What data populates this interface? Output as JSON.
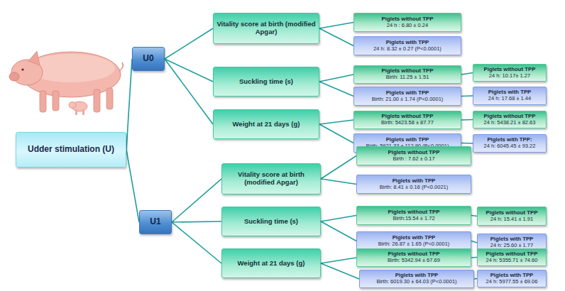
{
  "diagram": {
    "nodes": [
      {
        "text": [
          "Udder stimulation (U)"
        ]
      },
      {
        "text": [
          "U0"
        ]
      },
      {
        "text": [
          "U1"
        ]
      },
      {
        "text": [
          "Vitality score at birth (modified Apgar)"
        ]
      },
      {
        "text": [
          "Piglets without TPP",
          "24 h : 6.80 ± 0.24"
        ]
      },
      {
        "text": [
          "Piglets with TPP",
          "24 h: 8.32 ± 0.27 (P<0.0001)"
        ]
      },
      {
        "text": [
          "Suckling time (s)"
        ]
      },
      {
        "text": [
          "Piglets without TPP",
          "Birth: 11.25 ± 1.51"
        ]
      },
      {
        "text": [
          "Piglets without TPP",
          "24 h: 10.17± 1.27"
        ]
      },
      {
        "text": [
          "Piglets with TPP",
          "Birth: 21.00 ± 1.74 (P<0.0001)"
        ]
      },
      {
        "text": [
          "Piglets with TPP",
          "24 h: 17.68 ± 1.44"
        ]
      },
      {
        "text": [
          "Weight at 21 days (g)"
        ]
      },
      {
        "text": [
          "Piglets without TPP",
          "Birth: 5423.58 ± 87.77"
        ]
      },
      {
        "text": [
          "Piglets without TPP",
          "24 h: 5438.21 ± 82.63"
        ]
      },
      {
        "text": [
          "Piglets with TPP",
          "Birth: 5921.33 ± 112.90 (P<0.0001)"
        ]
      },
      {
        "text": [
          "Piglets with TPP:",
          "24 h: 6045.45 ± 93.22"
        ]
      },
      {
        "text": [
          "Vitality score at birth (modified Apgar)"
        ]
      },
      {
        "text": [
          "Piglets without TPP",
          "Birth : 7.62 ± 0.17"
        ]
      },
      {
        "text": [
          "Piglets with TPP",
          "Birth: 8.41 ± 0.16 (P<0.0021)"
        ]
      },
      {
        "text": [
          "Suckling time (s)"
        ]
      },
      {
        "text": [
          "Piglets without TPP",
          "Birth:15.54 ± 1.72"
        ]
      },
      {
        "text": [
          "Piglets without TPP",
          "24 h: 15.41 ± 1.91"
        ]
      },
      {
        "text": [
          "Piglets with TPP",
          "Birth: 26.87 ± 1.65 (P<0.0001)"
        ]
      },
      {
        "text": [
          "Piglets with TPP",
          "24 h: 25.60 ± 1.77"
        ]
      },
      {
        "text": [
          "Weight at 21 days (g)"
        ]
      },
      {
        "text": [
          "Piglets without TPP",
          "Birth: 5342.94 ± 67.69"
        ]
      },
      {
        "text": [
          "Piglets without TPP",
          "24 h: 5355.71 ± 74.60"
        ]
      },
      {
        "text": [
          "Piglets with TPP",
          "Birth: 6019.30 ± 64.03 (P<0.0001)"
        ]
      },
      {
        "text": [
          "Piglets with TPP",
          "24 h: 5977.55 ± 69.06"
        ]
      }
    ],
    "edges": [
      {
        "from": 0,
        "to": 1,
        "arrow": "none"
      },
      {
        "from": 0,
        "to": 2,
        "arrow": "none"
      },
      {
        "from": 1,
        "to": 3,
        "arrow": "none"
      },
      {
        "from": 1,
        "to": 6,
        "arrow": "none"
      },
      {
        "from": 1,
        "to": 11,
        "arrow": "none"
      },
      {
        "from": 3,
        "to": 4,
        "arrow": "none"
      },
      {
        "from": 3,
        "to": 5,
        "arrow": "none"
      },
      {
        "from": 6,
        "to": 7,
        "arrow": "none"
      },
      {
        "from": 6,
        "to": 9,
        "arrow": "none"
      },
      {
        "from": 7,
        "to": 8,
        "arrow": "none"
      },
      {
        "from": 9,
        "to": 10,
        "arrow": "none"
      },
      {
        "from": 11,
        "to": 12,
        "arrow": "none"
      },
      {
        "from": 11,
        "to": 14,
        "arrow": "none"
      },
      {
        "from": 12,
        "to": 13,
        "arrow": "none"
      },
      {
        "from": 14,
        "to": 15,
        "arrow": "none"
      },
      {
        "from": 2,
        "to": 16,
        "arrow": "none"
      },
      {
        "from": 2,
        "to": 19,
        "arrow": "none"
      },
      {
        "from": 2,
        "to": 24,
        "arrow": "none"
      },
      {
        "from": 16,
        "to": 17,
        "arrow": "none"
      },
      {
        "from": 16,
        "to": 18,
        "arrow": "none"
      },
      {
        "from": 19,
        "to": 20,
        "arrow": "none"
      },
      {
        "from": 19,
        "to": 22,
        "arrow": "none"
      },
      {
        "from": 20,
        "to": 21,
        "arrow": "none"
      },
      {
        "from": 22,
        "to": 23,
        "arrow": "none"
      },
      {
        "from": 24,
        "to": 25,
        "arrow": "none"
      },
      {
        "from": 24,
        "to": 27,
        "arrow": "none"
      },
      {
        "from": 25,
        "to": 26,
        "arrow": "none"
      },
      {
        "from": 27,
        "to": 28,
        "arrow": "none"
      }
    ]
  }
}
